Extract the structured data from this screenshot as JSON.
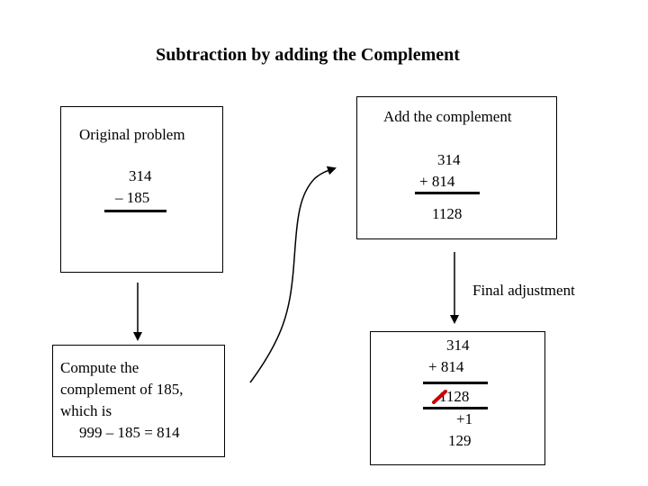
{
  "title": "Subtraction by adding the Complement",
  "original": {
    "heading": "Original problem",
    "top": "314",
    "bottom": "– 185"
  },
  "add": {
    "heading": "Add the complement",
    "top": "314",
    "bottom": "+  814",
    "result": "1128"
  },
  "compute": {
    "line1": "Compute the",
    "line2": "complement of 185,",
    "line3": "which is",
    "line4": "999 – 185 = 814"
  },
  "final": {
    "label": "Final adjustment",
    "top": "314",
    "bottom": "+  814",
    "sum": "1128",
    "add_one": "+1",
    "answer": "129"
  },
  "colors": {
    "strike": "#cc0000"
  }
}
